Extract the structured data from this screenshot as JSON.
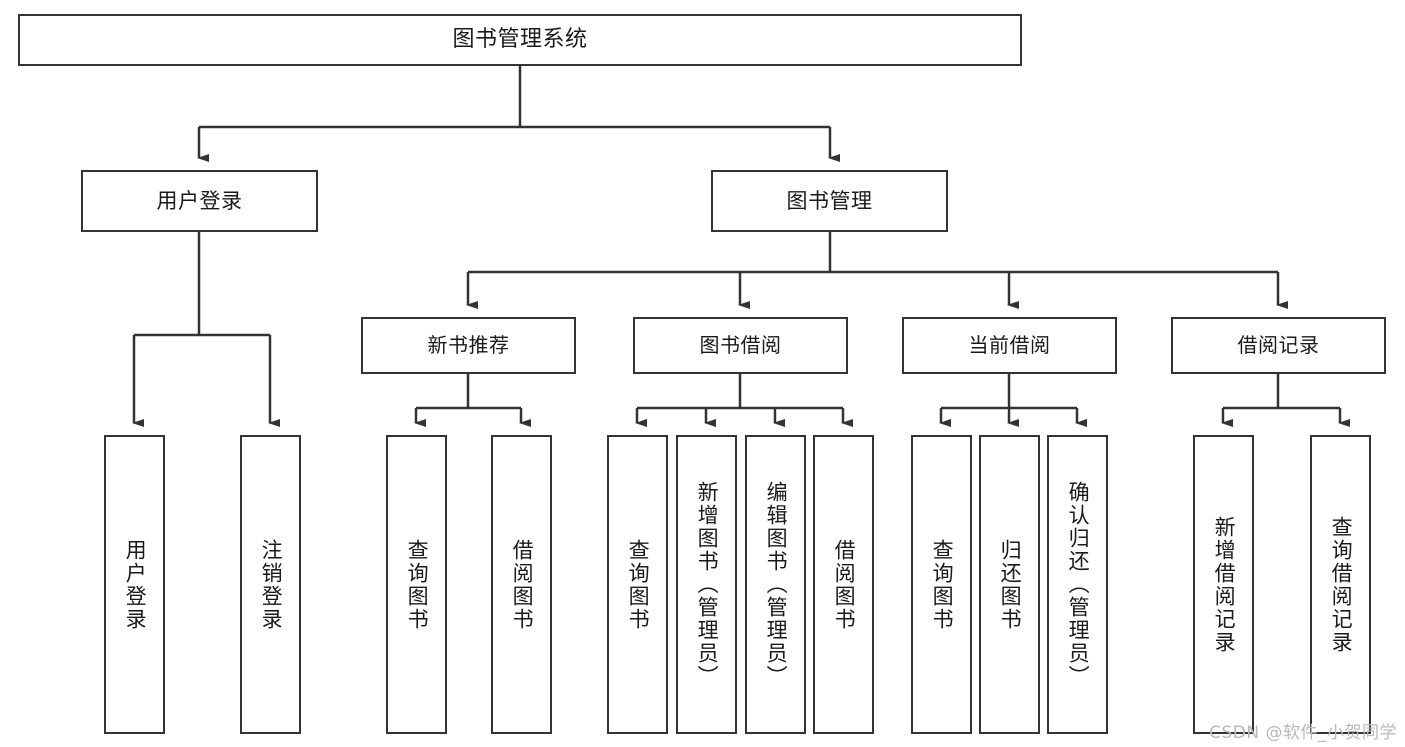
{
  "diagram": {
    "title": "图书管理系统",
    "type": "functional-structure-tree",
    "root": {
      "label": "图书管理系统"
    },
    "level1": [
      {
        "label": "用户登录"
      },
      {
        "label": "图书管理"
      }
    ],
    "level2": [
      {
        "label": "新书推荐"
      },
      {
        "label": "图书借阅"
      },
      {
        "label": "当前借阅"
      },
      {
        "label": "借阅记录"
      }
    ],
    "leaves": {
      "user_login": [
        {
          "label": "用户登录"
        },
        {
          "label": "注销登录"
        }
      ],
      "new_book_recommend": [
        {
          "label": "查询图书"
        },
        {
          "label": "借阅图书"
        }
      ],
      "book_borrow": [
        {
          "label": "查询图书"
        },
        {
          "label": "新增图书（管理员）"
        },
        {
          "label": "编辑图书（管理员）"
        },
        {
          "label": "借阅图书"
        }
      ],
      "current_borrow": [
        {
          "label": "查询图书"
        },
        {
          "label": "归还图书"
        },
        {
          "label": "确认归还（管理员）"
        }
      ],
      "borrow_record": [
        {
          "label": "新增借阅记录"
        },
        {
          "label": "查询借阅记录"
        }
      ]
    }
  },
  "watermark": {
    "text": "CSDN @软件_小贺同学"
  },
  "colors": {
    "border": "#333333",
    "text": "#1a1a1a",
    "background": "#ffffff",
    "watermark": "#b9b9b9"
  }
}
